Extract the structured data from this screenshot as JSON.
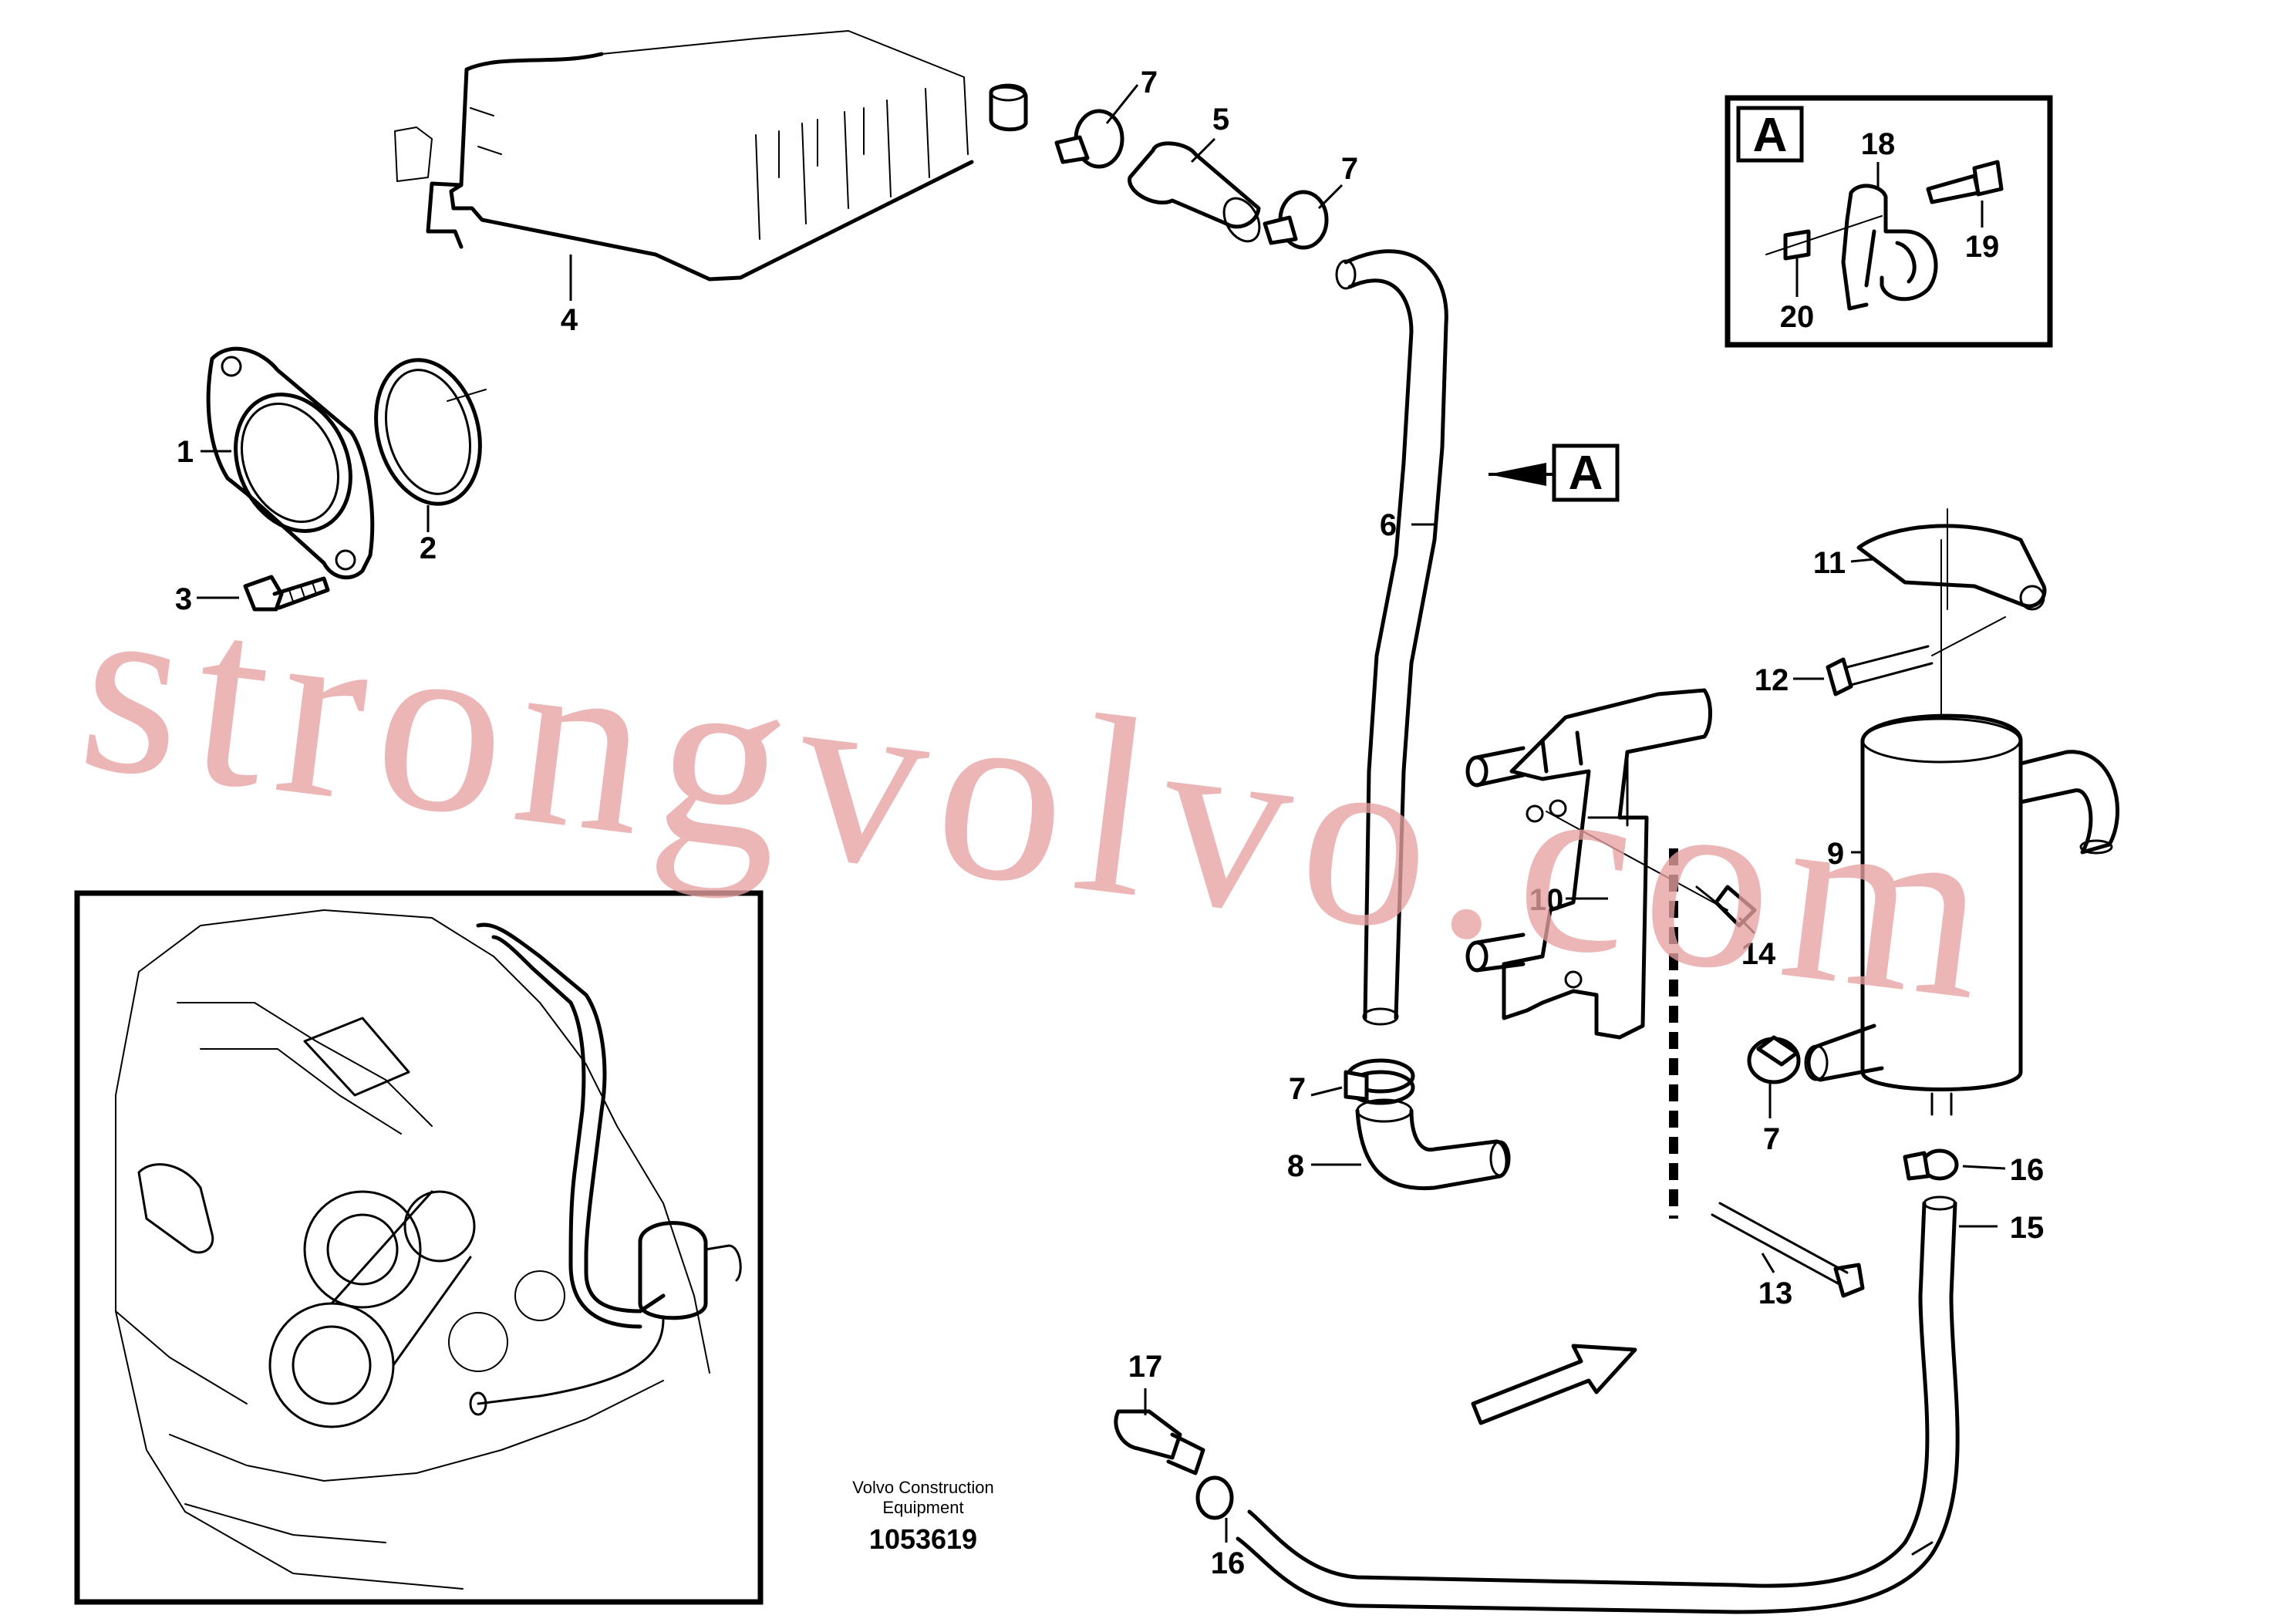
{
  "callouts": {
    "c1": "1",
    "c2": "2",
    "c3": "3",
    "c4": "4",
    "c5": "5",
    "c6": "6",
    "c7a": "7",
    "c7b": "7",
    "c7c": "7",
    "c7d": "7",
    "c8": "8",
    "c9": "9",
    "c10": "10",
    "c11": "11",
    "c12": "12",
    "c13": "13",
    "c14": "14",
    "c15": "15",
    "c16a": "16",
    "c16b": "16",
    "c17": "17",
    "c18": "18",
    "c19": "19",
    "c20": "20"
  },
  "detail_view": {
    "letter": "A",
    "reference_letter": "A"
  },
  "caption": {
    "line1": "Volvo Construction",
    "line2": "Equipment"
  },
  "drawing_number": "1053619",
  "watermark": "strongvolvo.com"
}
